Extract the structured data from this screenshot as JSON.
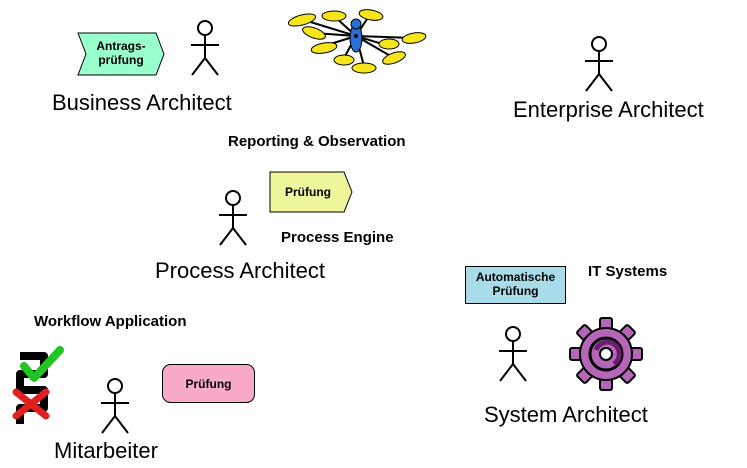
{
  "roles": {
    "business_architect": "Business Architect",
    "enterprise_architect": "Enterprise Architect",
    "process_architect": "Process Architect",
    "system_architect": "System Architect",
    "mitarbeiter": "Mitarbeiter"
  },
  "labels": {
    "reporting": "Reporting & Observation",
    "process_engine": "Process Engine",
    "it_systems": "IT Systems",
    "workflow_application": "Workflow Application"
  },
  "boxes": {
    "antragspruefung": "Antrags-\nprüfung",
    "pruefung_yellow": "Prüfung",
    "automatische_pruefung": "Automatische\nPrüfung",
    "pruefung_pink": "Prüfung"
  },
  "colors": {
    "green_box": "#99ffcc",
    "yellow_box": "#eef59a",
    "blue_box": "#a8dce8",
    "pink_box": "#f9aac8",
    "network_node": "#f5e51a",
    "gear": "#b566b8"
  },
  "icons": [
    "stick-figure-icon",
    "network-icon",
    "gear-icon",
    "checklist-icon"
  ]
}
